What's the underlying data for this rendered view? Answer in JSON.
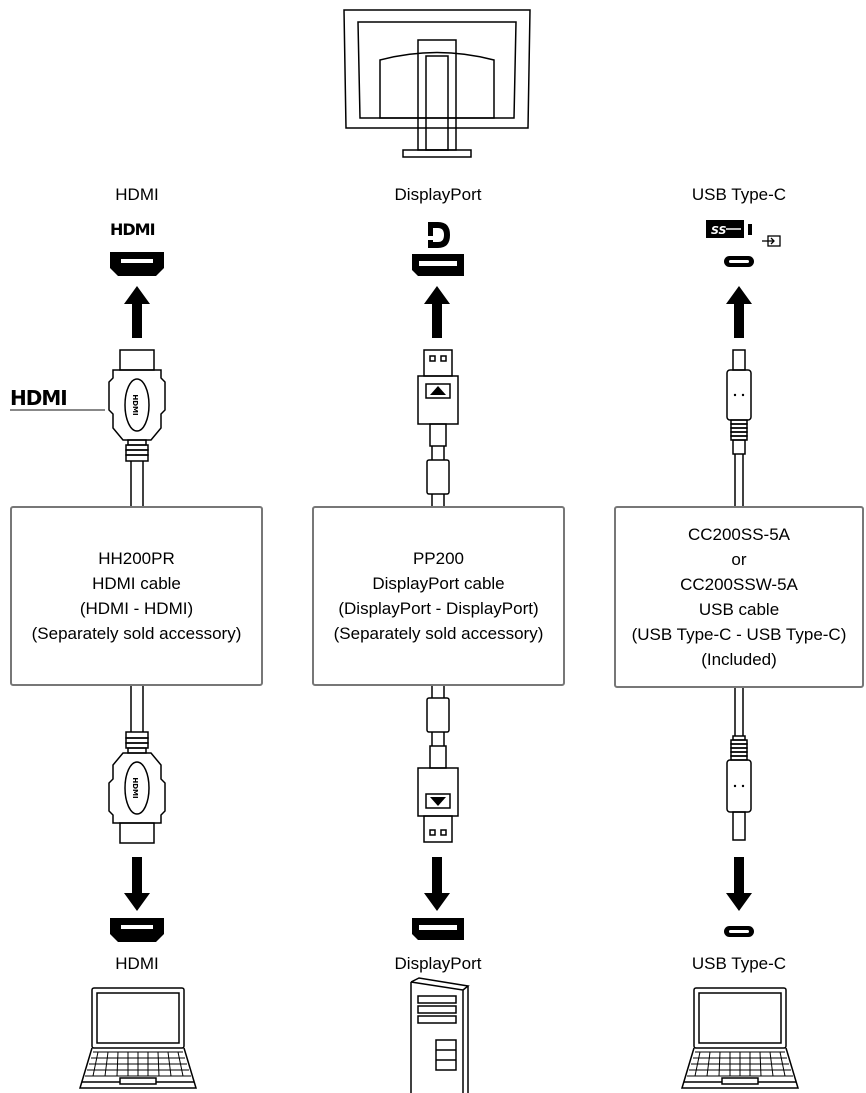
{
  "columns": [
    {
      "id": "hdmi",
      "top_label": "HDMI",
      "bottom_label": "HDMI",
      "logo_text": "HDMI",
      "cable_box": [
        "HH200PR",
        "HDMI cable",
        "(HDMI - HDMI)",
        "(Separately sold accessory)"
      ]
    },
    {
      "id": "displayport",
      "top_label": "DisplayPort",
      "bottom_label": "DisplayPort",
      "cable_box": [
        "PP200",
        "DisplayPort cable",
        "(DisplayPort - DisplayPort)",
        "(Separately sold accessory)"
      ]
    },
    {
      "id": "usbc",
      "top_label": "USB Type-C",
      "bottom_label": "USB Type-C",
      "logo_text": "SS",
      "cable_box": [
        "CC200SS-5A",
        "or",
        "CC200SSW-5A",
        "USB cable",
        "(USB Type-C - USB Type-C)",
        "(Included)"
      ]
    }
  ],
  "side_logo": {
    "text": "HDMI"
  },
  "icons": {
    "monitor": "monitor-rear-icon",
    "laptop": "laptop-icon",
    "desktop": "desktop-tower-icon"
  }
}
